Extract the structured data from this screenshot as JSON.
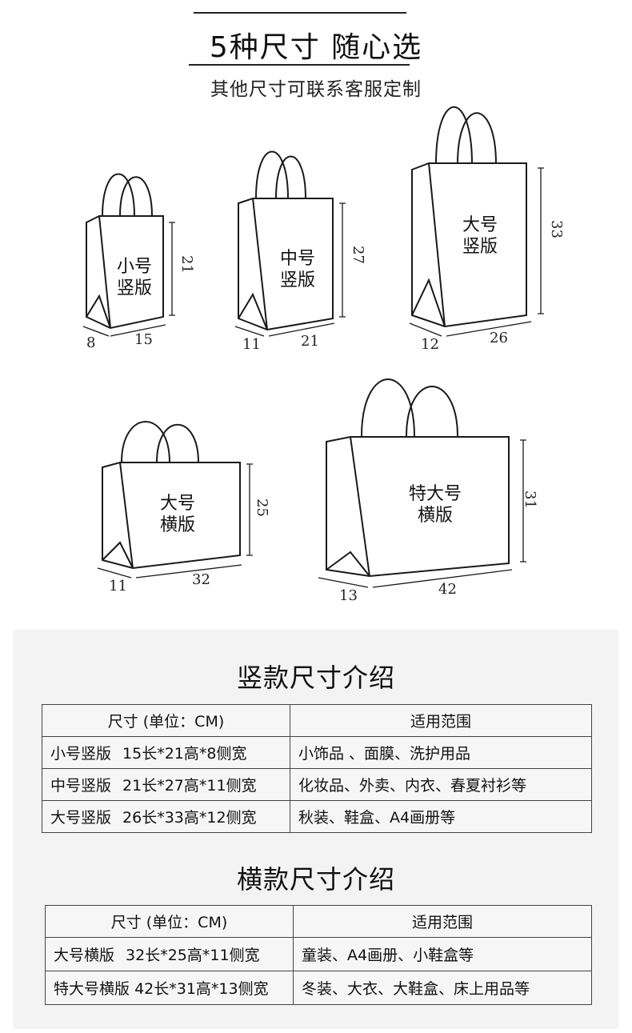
{
  "header": {
    "title": "5种尺寸  随心选",
    "subtitle": "其他尺寸可联系客服定制"
  },
  "bags": [
    {
      "label_line1": "小号",
      "label_line2": "竖版",
      "height": "21",
      "side": "8",
      "width": "15"
    },
    {
      "label_line1": "中号",
      "label_line2": "竖版",
      "height": "27",
      "side": "11",
      "width": "21"
    },
    {
      "label_line1": "大号",
      "label_line2": "竖版",
      "height": "33",
      "side": "12",
      "width": "26"
    },
    {
      "label_line1": "大号",
      "label_line2": "横版",
      "height": "25",
      "side": "11",
      "width": "32"
    },
    {
      "label_line1": "特大号",
      "label_line2": "横版",
      "height": "31",
      "side": "13",
      "width": "42"
    }
  ],
  "vertical_table": {
    "title": "竖款尺寸介绍",
    "header_size": "尺寸 (单位：CM)",
    "header_usage": "适用范围",
    "rows": [
      {
        "name": "小号竖版",
        "size": "15长*21高*8侧宽",
        "usage": "小饰品 、面膜、洗护用品"
      },
      {
        "name": "中号竖版",
        "size": "21长*27高*11侧宽",
        "usage": "化妆品、外卖、内衣、春夏衬衫等"
      },
      {
        "name": "大号竖版",
        "size": "26长*33高*12侧宽",
        "usage": "秋装、鞋盒、A4画册等"
      }
    ]
  },
  "horizontal_table": {
    "title": "横款尺寸介绍",
    "header_size": "尺寸 (单位：CM)",
    "header_usage": "适用范围",
    "rows": [
      {
        "name": "大号横版",
        "size": "32长*25高*11侧宽",
        "usage": "童装、A4画册、小鞋盒等"
      },
      {
        "name": "特大号横版",
        "size": "42长*31高*13侧宽",
        "usage": "冬装、大衣、大鞋盒、床上用品等"
      }
    ]
  }
}
